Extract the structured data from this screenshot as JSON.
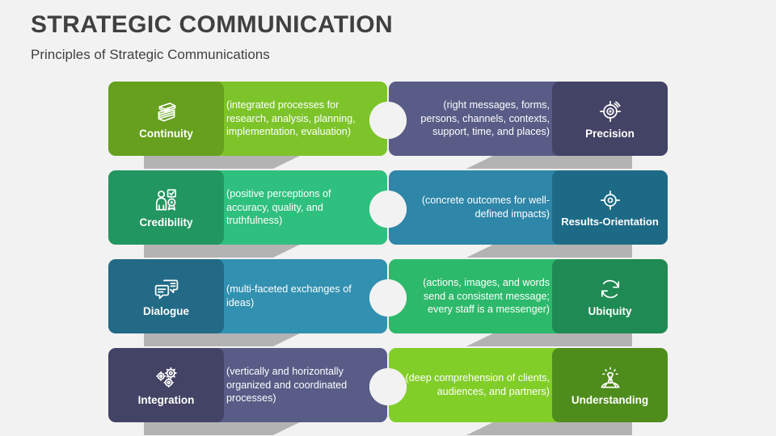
{
  "header": {
    "title": "STRATEGIC COMMUNICATION",
    "subtitle": "Principles of Strategic Communications"
  },
  "background_color": "#F2F2F2",
  "cards": [
    {
      "label": "Continuity",
      "description": "(integrated processes for research, analysis, planning, implementation, evaluation)",
      "icon": "stacked-books-icon",
      "side": "left",
      "label_color": "#66A01E",
      "panel_color": "#7DC42A"
    },
    {
      "label": "Precision",
      "description": "(right messages, forms, persons, channels, contexts, support, time, and places)",
      "icon": "target-crosshair-icon",
      "side": "right",
      "label_color": "#434366",
      "panel_color": "#585C86"
    },
    {
      "label": "Credibility",
      "description": "(positive perceptions of accuracy, quality, and truthfulness)",
      "icon": "person-award-check-icon",
      "side": "left",
      "label_color": "#229660",
      "panel_color": "#2FBF7E"
    },
    {
      "label": "Results-Orientation",
      "description": "(concrete outcomes for well-defined impacts)",
      "icon": "crosshair-dot-icon",
      "side": "right",
      "label_color": "#1D6A86",
      "panel_color": "#2E86A8"
    },
    {
      "label": "Dialogue",
      "description": "(multi-faceted exchanges of ideas)",
      "icon": "speech-bubbles-icon",
      "side": "left",
      "label_color": "#226A86",
      "panel_color": "#3290B0"
    },
    {
      "label": "Ubiquity",
      "description": "(actions, images, and words send a consistent message; every staff is a messenger)",
      "icon": "refresh-cycle-icon",
      "side": "right",
      "label_color": "#1F8A53",
      "panel_color": "#2DB96B"
    },
    {
      "label": "Integration",
      "description": "(vertically and horizontally organized and coordinated processes)",
      "icon": "gears-icon",
      "side": "left",
      "label_color": "#434366",
      "panel_color": "#585C86"
    },
    {
      "label": "Understanding",
      "description": "(deep comprehension of clients, audiences, and partners)",
      "icon": "person-lightbulb-idea-icon",
      "side": "right",
      "label_color": "#4E8C1C",
      "panel_color": "#82CE28"
    }
  ]
}
